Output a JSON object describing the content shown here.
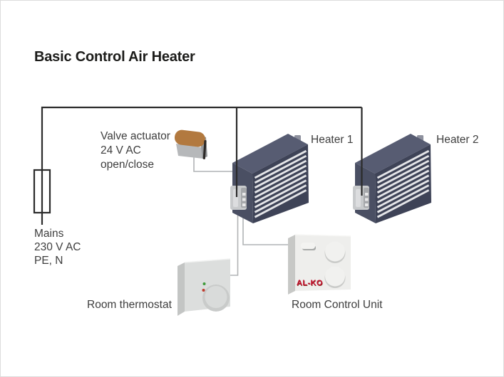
{
  "title": "Basic Control Air Heater",
  "valve_actuator_label": {
    "name": "Valve actuator",
    "voltage": "24 V AC",
    "function": "open/close"
  },
  "heater1_label": "Heater 1",
  "heater2_label": "Heater 2",
  "mains_label": {
    "name": "Mains",
    "voltage": "230 V AC",
    "conductors": "PE, N"
  },
  "thermostat_label": "Room thermostat",
  "control_unit_label": "Room Control Unit",
  "control_unit_brand": "AL-KO",
  "colors": {
    "mains_wire": "#2b2b2b",
    "signal_wire": "#b1b3b5",
    "heater_front": "#3e4357",
    "heater_top": "#575c72",
    "heater_left": "#4a4f63",
    "louver_stripe": "#e4e5e8",
    "actuator_top": "#b2793f",
    "brand_red": "#c41230"
  }
}
